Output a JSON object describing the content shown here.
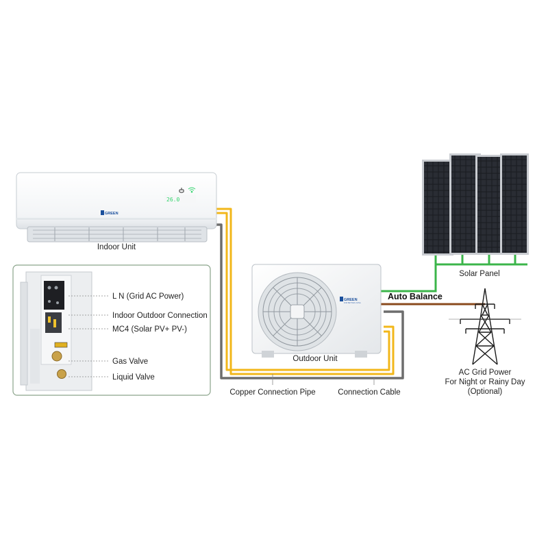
{
  "labels": {
    "indoor_unit": "Indoor Unit",
    "outdoor_unit": "Outdoor Unit",
    "solar_panel": "Solar Panel",
    "auto_balance": "Auto Balance",
    "copper_pipe": "Copper Connection Pipe",
    "connection_cable": "Connection Cable",
    "grid_power_line1": "AC Grid Power",
    "grid_power_line2": "For Night or Rainy Day",
    "grid_power_line3": "(Optional)"
  },
  "callouts": {
    "ln": "L N (Grid AC Power)",
    "indoor_outdoor": "Indoor Outdoor Connection",
    "mc4": "MC4 (Solar PV+ PV-)",
    "gas_valve": "Gas Valve",
    "liquid_valve": "Liquid Valve"
  },
  "brand": {
    "name": "GREEN",
    "tagline": "FOR BETTER LIVING"
  },
  "indoor_display": "26.0",
  "colors": {
    "pipe_yellow": "#f2b71a",
    "cable_gray": "#6d6d6d",
    "solar_green": "#3bb54a",
    "grid_brown": "#8a4a1c"
  }
}
